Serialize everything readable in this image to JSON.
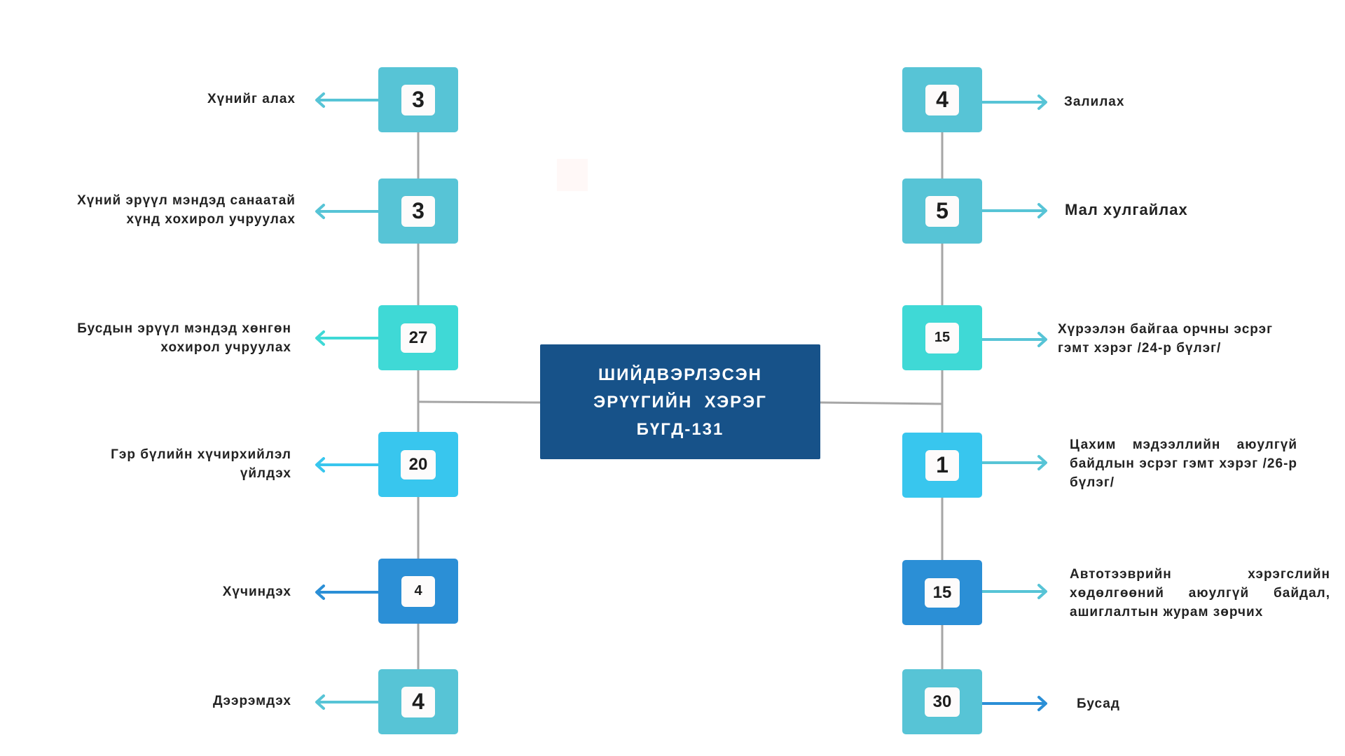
{
  "center": {
    "line1": "ШИЙДВЭРЛЭСЭН",
    "line2": "ЭРҮҮГИЙН  ХЭРЭГ",
    "line3": "БҮГД-131",
    "color": "#175289"
  },
  "colors": {
    "teal": "#57c4d6",
    "turquoise": "#3fd9d6",
    "sky": "#38c6ee",
    "blue": "#2b8fd6",
    "connector": "#a6a6a6"
  },
  "left": [
    {
      "value": "3",
      "label": [
        "Хүнийг  алах"
      ],
      "color": "#57c4d6",
      "arrow": "#57c4d6"
    },
    {
      "value": "3",
      "label": [
        "Хүний эрүүл мэндэд санаатай",
        "хүнд хохирол учруулах"
      ],
      "color": "#57c4d6",
      "arrow": "#57c4d6"
    },
    {
      "value": "27",
      "label": [
        "Бусдын эрүүл мэндэд хөнгөн",
        "хохирол учруулах"
      ],
      "color": "#3fd9d6",
      "arrow": "#3fd9d6"
    },
    {
      "value": "20",
      "label": [
        "Гэр бүлийн хүчирхийлэл",
        "үйлдэх"
      ],
      "color": "#38c6ee",
      "arrow": "#38c6ee"
    },
    {
      "value": "4",
      "label": [
        "Хүчиндэх"
      ],
      "color": "#2b8fd6",
      "arrow": "#2b8fd6"
    },
    {
      "value": "4",
      "label": [
        "Дээрэмдэх"
      ],
      "color": "#57c4d6",
      "arrow": "#57c4d6"
    }
  ],
  "right": [
    {
      "value": "4",
      "label": [
        "Залилах"
      ],
      "color": "#57c4d6",
      "arrow": "#57c4d6"
    },
    {
      "value": "5",
      "label": [
        "Мал хулгайлах"
      ],
      "color": "#57c4d6",
      "arrow": "#57c4d6"
    },
    {
      "value": "15",
      "label": [
        "Хүрээлэн байгаа орчны эсрэг",
        "гэмт хэрэг /24-р бүлэг/"
      ],
      "color": "#3fd9d6",
      "arrow": "#57c4d6"
    },
    {
      "value": "1",
      "label": [
        "Цахим мэдээллийн аюулгүй байдлын эсрэг гэмт хэрэг /26-р бүлэг/"
      ],
      "color": "#38c6ee",
      "arrow": "#57c4d6"
    },
    {
      "value": "15",
      "label": [
        "Автотээврийн хэрэгслийн хөдөлгөөний аюулгүй байдал, ашиглалтын журам зөрчих"
      ],
      "color": "#2b8fd6",
      "arrow": "#57c4d6"
    },
    {
      "value": "30",
      "label": [
        "Бусад"
      ],
      "color": "#57c4d6",
      "arrow": "#2b8fd6"
    }
  ]
}
